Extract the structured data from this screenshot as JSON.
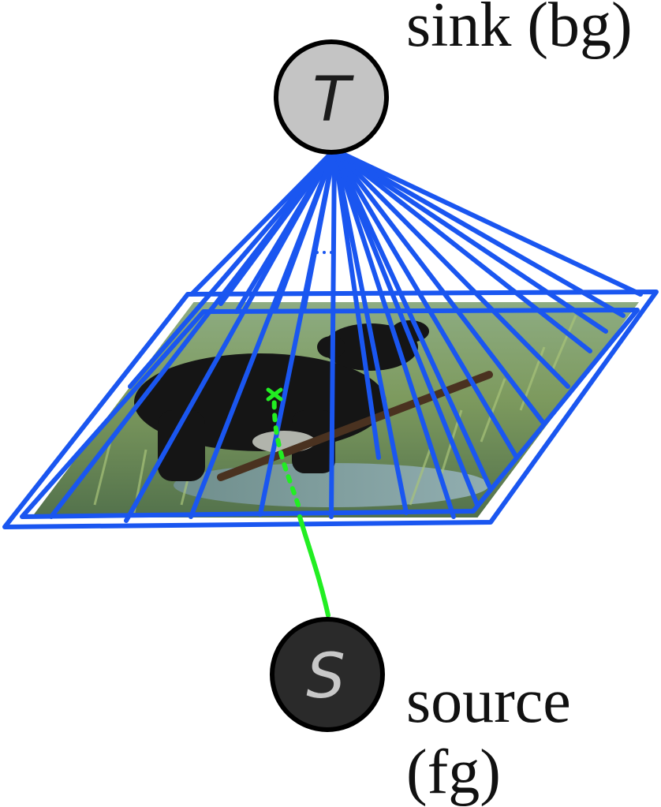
{
  "sink_node": {
    "letter": "T",
    "label": "sink (bg)",
    "fill": "#c4c4c4",
    "letter_color": "#1c1c1c"
  },
  "source_node": {
    "letter": "S",
    "label_line1": "source",
    "label_line2": "(fg)",
    "fill": "#2a2a2a",
    "letter_color": "#c8c8c8"
  },
  "colors": {
    "edge_to_sink": "#1a56f0",
    "edge_from_source": "#22ee22",
    "frame": "#1a56f0"
  },
  "icons": {
    "image_plane": "photo-of-bear-on-grass"
  }
}
